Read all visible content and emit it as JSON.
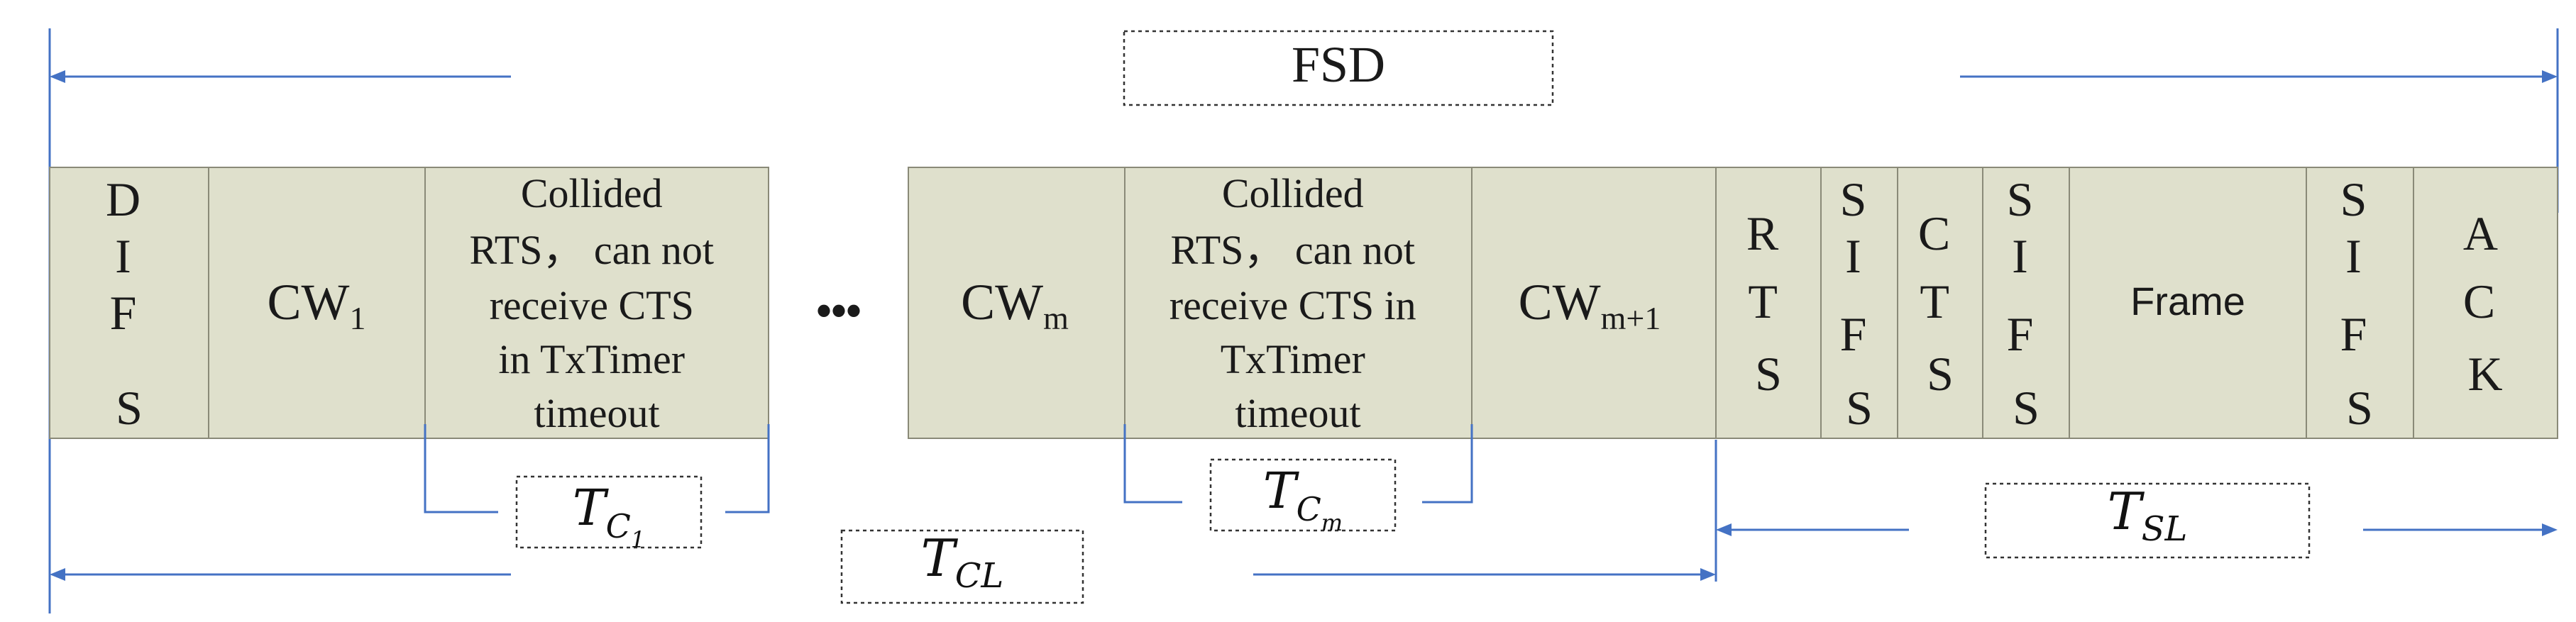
{
  "labels": {
    "fsd": "FSD",
    "tc1": "T",
    "tc1_sub": "C",
    "tc1_subsub": "1",
    "tcm": "T",
    "tcm_sub": "C",
    "tcm_subsub": "m",
    "tcl": "T",
    "tcl_sub": "CL",
    "tsl": "T",
    "tsl_sub": "SL",
    "ellipsis": "•••"
  },
  "segments": {
    "difs": [
      "D",
      "I",
      "F",
      "S"
    ],
    "cw1_base": "CW",
    "cw1_sub": "1",
    "collided1": [
      "Collided",
      "RTS， can not",
      "receive CTS",
      "in TxTimer",
      "timeout"
    ],
    "cwm_base": "CW",
    "cwm_sub": "m",
    "collided2": [
      "Collided",
      "RTS， can not",
      "receive CTS in",
      "TxTimer",
      "timeout"
    ],
    "cwm1_base": "CW",
    "cwm1_sub": "m+1",
    "rts": [
      "R",
      "T",
      "S"
    ],
    "sifs1": [
      "S",
      "I",
      "F",
      "S"
    ],
    "cts": [
      "C",
      "T",
      "S"
    ],
    "sifs2": [
      "S",
      "I",
      "F",
      "S"
    ],
    "frame": "Frame",
    "sifs3": [
      "S",
      "I",
      "F",
      "S"
    ],
    "ack": [
      "A",
      "C",
      "K"
    ]
  }
}
